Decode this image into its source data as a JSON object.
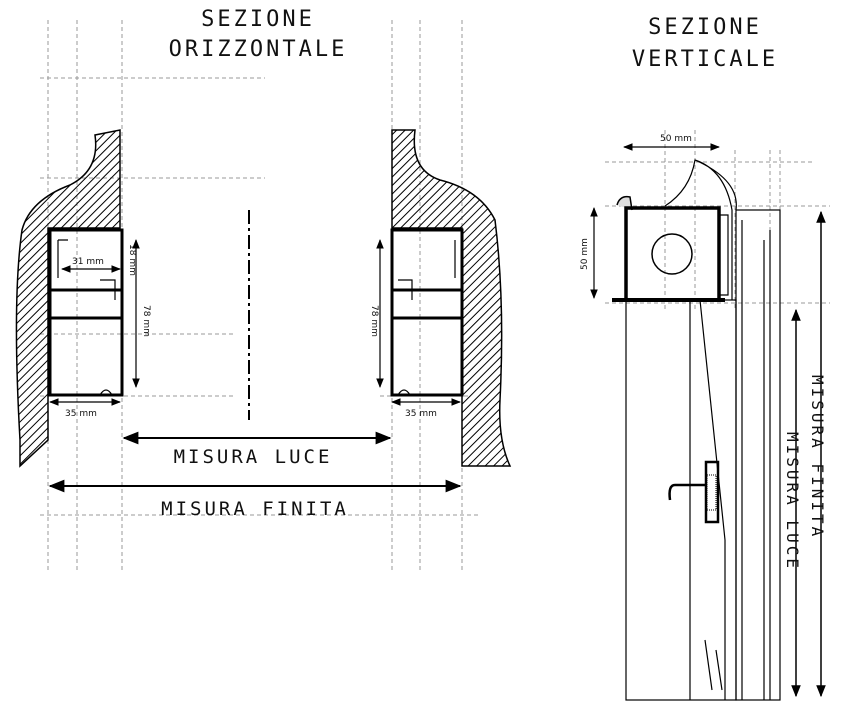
{
  "horizontal_section": {
    "title_line1": "SEZIONE",
    "title_line2": "ORIZZONTALE",
    "dim_31": "31 mm",
    "dim_18": "18 mm",
    "dim_78_left": "78 mm",
    "dim_78_right": "78 mm",
    "dim_35_left": "35 mm",
    "dim_35_right": "35 mm",
    "misura_luce": "MISURA LUCE",
    "misura_finita": "MISURA FINITA"
  },
  "vertical_section": {
    "title_line1": "SEZIONE",
    "title_line2": "VERTICALE",
    "dim_50_top": "50 mm",
    "dim_50_side": "50 mm",
    "misura_finita": "MISURA FINITA",
    "misura_luce": "MISURA LUCE"
  }
}
